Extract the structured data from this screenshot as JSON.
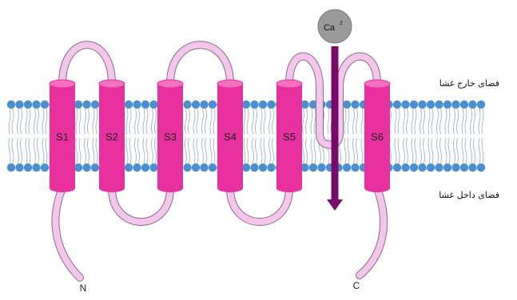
{
  "ion": {
    "label": "Ca",
    "superscript": "2"
  },
  "regions": {
    "outside": "فضای خارج غشا",
    "inside": "فضای داخل غشا"
  },
  "segments": [
    "S1",
    "S2",
    "S3",
    "S4",
    "S5",
    "S6"
  ],
  "termini": {
    "n": "N",
    "c": "C"
  },
  "colors": {
    "helix": "#e8319f",
    "helix_top": "#f472bd",
    "loop": "#f4c6ec",
    "loop_stroke": "#8c6b88",
    "lipid_head": "#4a90d0",
    "arrow": "#7a0a6a",
    "ion": "#9a9a9a"
  }
}
